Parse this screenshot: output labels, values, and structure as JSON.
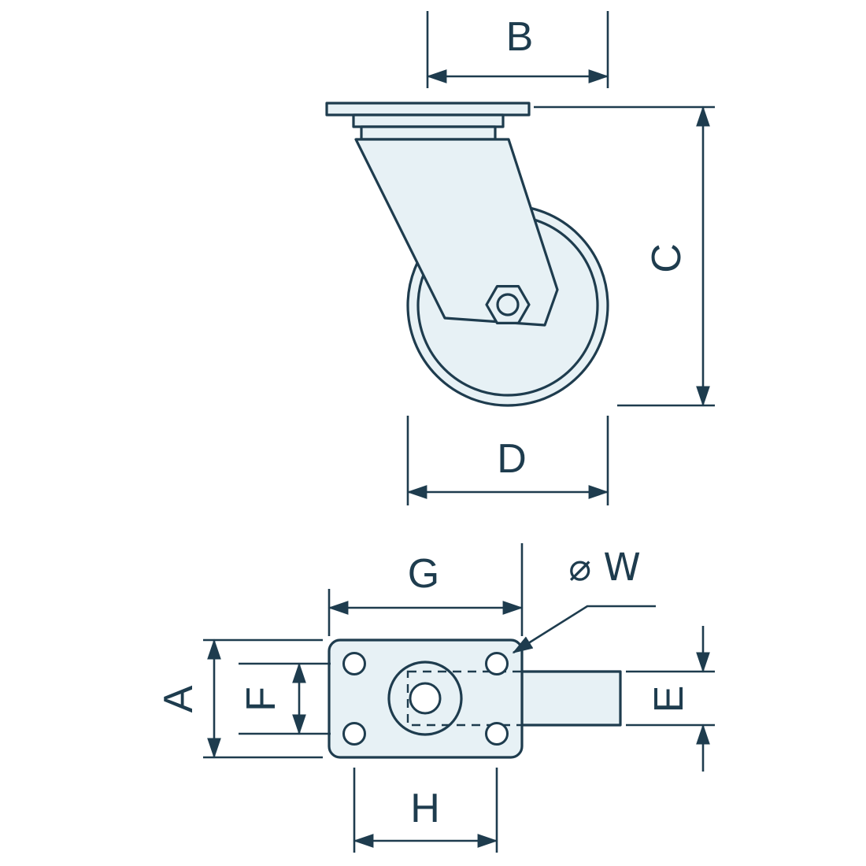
{
  "diagram": {
    "colors": {
      "stroke": "#1e3c4e",
      "fill": "#e7f1f5",
      "background": "#ffffff"
    },
    "views": {
      "side": {
        "labels": {
          "b": "B",
          "c": "C",
          "d": "D"
        }
      },
      "plan": {
        "labels": {
          "g": "G",
          "w": "⌀ W",
          "a": "A",
          "f": "F",
          "e": "E",
          "h": "H"
        }
      }
    }
  }
}
